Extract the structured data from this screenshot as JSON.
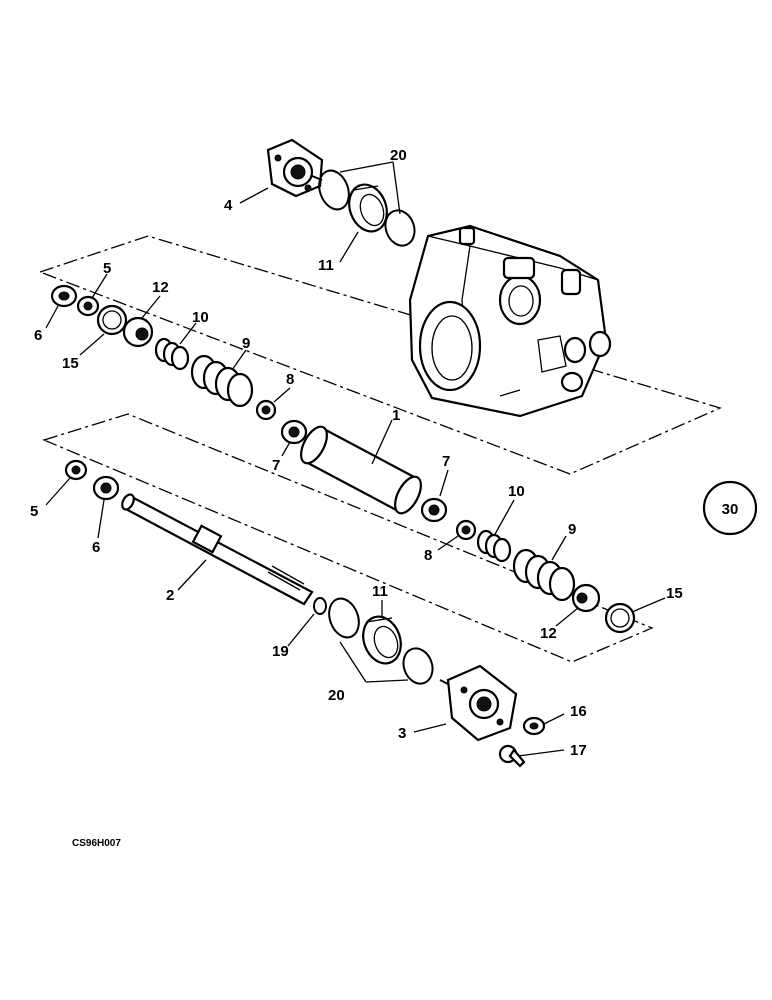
{
  "callouts": {
    "c1": "1",
    "c2": "2",
    "c3": "3",
    "c4": "4",
    "c5a": "5",
    "c5b": "5",
    "c6a": "6",
    "c6b": "6",
    "c7a": "7",
    "c7b": "7",
    "c8a": "8",
    "c8b": "8",
    "c9a": "9",
    "c9b": "9",
    "c10a": "10",
    "c10b": "10",
    "c11a": "11",
    "c11b": "11",
    "c12a": "12",
    "c12b": "12",
    "c15a": "15",
    "c15b": "15",
    "c16": "16",
    "c17": "17",
    "c19": "19",
    "c20a": "20",
    "c20b": "20"
  },
  "page_badge": "30",
  "drawing_code": "CS96H007"
}
